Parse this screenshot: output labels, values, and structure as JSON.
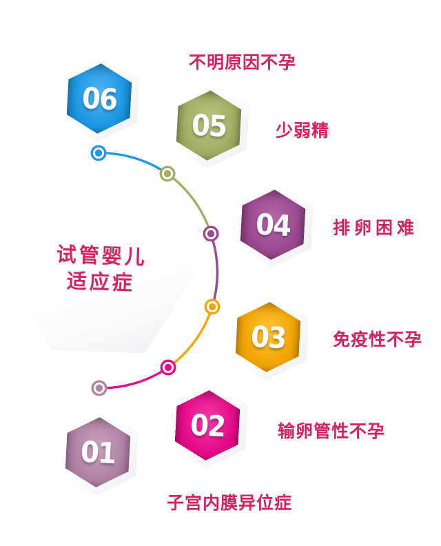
{
  "accent_text_color": "#d4235c",
  "center": {
    "line1": "试管婴儿",
    "line2": "适应症"
  },
  "nodes": [
    {
      "number": "01",
      "label": "子宫内膜异位症",
      "color": "#b184a6",
      "color_dark": "#96678c",
      "color_light": "#c7a2bc"
    },
    {
      "number": "02",
      "label": "输卵管性不孕",
      "color": "#e60d8a",
      "color_dark": "#bd006e",
      "color_light": "#f23ba6"
    },
    {
      "number": "03",
      "label": "免疫性不孕",
      "color": "#f3a606",
      "color_dark": "#d18d00",
      "color_light": "#ffc435"
    },
    {
      "number": "04",
      "label": "排卵困难",
      "color": "#9b4a8f",
      "color_dark": "#7c3372",
      "color_light": "#b368a7"
    },
    {
      "number": "05",
      "label": "少弱精",
      "color": "#a3ae65",
      "color_dark": "#87934a",
      "color_light": "#bac481"
    },
    {
      "number": "06",
      "label": "不明原因不孕",
      "color": "#1f98e4",
      "color_dark": "#0d79bf",
      "color_light": "#53b4f0"
    }
  ]
}
